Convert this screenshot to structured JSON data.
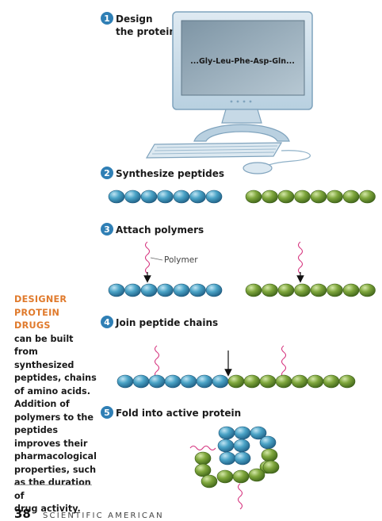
{
  "steps": [
    {
      "number": "1",
      "line1": "Design",
      "line2": "the protein"
    },
    {
      "number": "2",
      "label": "Synthesize peptides"
    },
    {
      "number": "3",
      "label": "Attach polymers"
    },
    {
      "number": "4",
      "label": "Join peptide chains"
    },
    {
      "number": "5",
      "label": "Fold into active protein"
    }
  ],
  "monitor_text": "...Gly-Leu-Phe-Asp-Gln...",
  "polymer_label": "Polymer",
  "caption": {
    "heading_line1": "DESIGNER",
    "heading_line2": "PROTEIN DRUGS",
    "body_lines": [
      "can be built from",
      "synthesized",
      "peptides, chains",
      "of amino acids.",
      "Addition of",
      "polymers to the",
      "peptides",
      "improves their",
      "pharmacological",
      "properties, such",
      "as the duration of",
      "drug activity."
    ]
  },
  "footer": {
    "page_number": "38",
    "publication": "SCIENTIFIC AMERICAN"
  },
  "colors": {
    "blue_bead": "#4aa3c6",
    "green_bead": "#7ea63c",
    "polymer": "#d6357f",
    "step_badge": "#2f7fb5",
    "heading_accent": "#e07a2c",
    "computer": "#a8c7dc"
  }
}
